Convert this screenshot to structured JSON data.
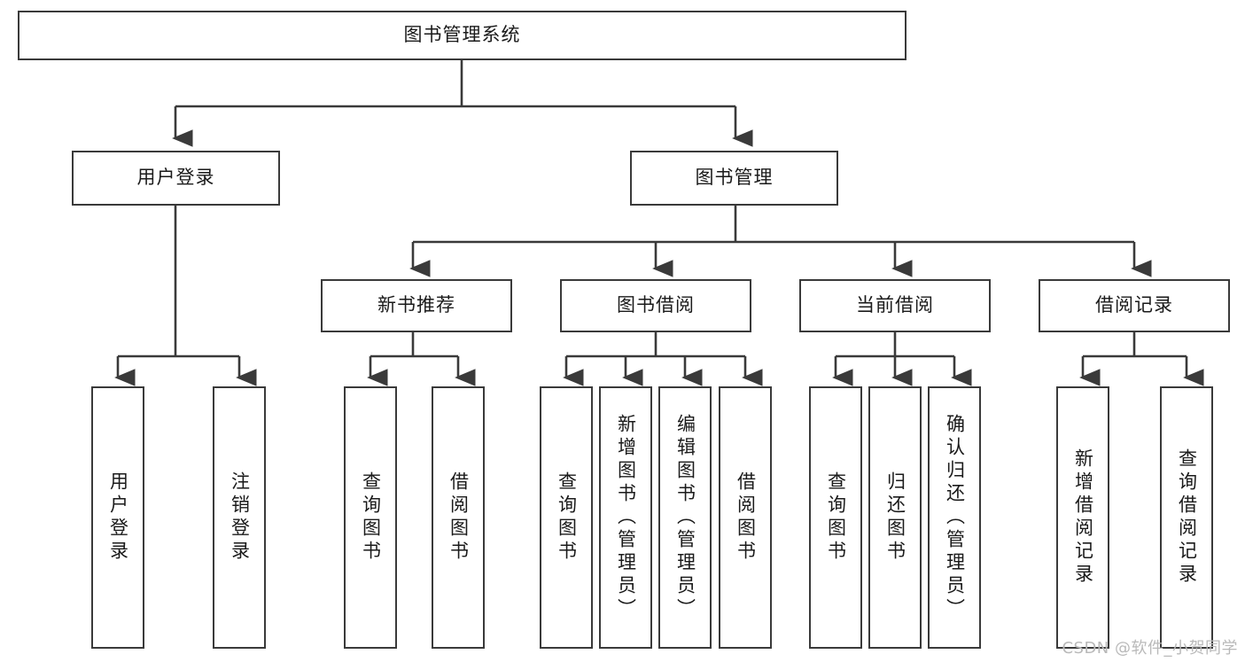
{
  "diagram": {
    "title": "图书管理系统",
    "type": "tree-hierarchy-diagram",
    "colors": {
      "background": "#ffffff",
      "node_border": "#3a3a3a",
      "node_fill": "#ffffff",
      "edge": "#3a3a3a",
      "text": "#1a1a1a",
      "watermark": "#b9b9b9"
    }
  },
  "root": {
    "label": "图书管理系统"
  },
  "level2": [
    {
      "id": "user-login",
      "label": "用户登录"
    },
    {
      "id": "book-management",
      "label": "图书管理"
    }
  ],
  "level3": [
    {
      "id": "new-book-recommend",
      "label": "新书推荐"
    },
    {
      "id": "book-borrow",
      "label": "图书借阅"
    },
    {
      "id": "current-borrow",
      "label": "当前借阅"
    },
    {
      "id": "borrow-record",
      "label": "借阅记录"
    }
  ],
  "leaves": {
    "user_login": [
      {
        "id": "leaf-user-login",
        "label": "用户登录"
      },
      {
        "id": "leaf-logout-login",
        "label": "注销登录"
      }
    ],
    "new_book_recommend": [
      {
        "id": "leaf-query-book-1",
        "label": "查询图书"
      },
      {
        "id": "leaf-borrow-book-1",
        "label": "借阅图书"
      }
    ],
    "book_borrow": [
      {
        "id": "leaf-query-book-2",
        "label": "查询图书"
      },
      {
        "id": "leaf-add-book-admin",
        "label": "新增图书（管理员）"
      },
      {
        "id": "leaf-edit-book-admin",
        "label": "编辑图书（管理员）"
      },
      {
        "id": "leaf-borrow-book-2",
        "label": "借阅图书"
      }
    ],
    "current_borrow": [
      {
        "id": "leaf-query-book-3",
        "label": "查询图书"
      },
      {
        "id": "leaf-return-book",
        "label": "归还图书"
      },
      {
        "id": "leaf-confirm-return-admin",
        "label": "确认归还（管理员）"
      }
    ],
    "borrow_record": [
      {
        "id": "leaf-add-borrow-record",
        "label": "新增借阅记录"
      },
      {
        "id": "leaf-query-borrow-record",
        "label": "查询借阅记录"
      }
    ]
  },
  "watermark": {
    "text": "CSDN @软件_小贺同学"
  }
}
